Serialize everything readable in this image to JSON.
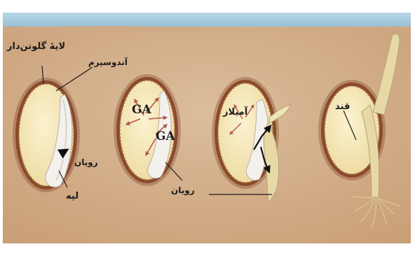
{
  "figure": {
    "labels": {
      "aleurone_layer": "لایهٔ گلوتن‌دار",
      "endosperm": "آندوسپرم",
      "embryo_1": "رویان",
      "cotyledon": "لپه",
      "ga_1": "GA",
      "ga_2": "GA",
      "embryo_2": "رویان",
      "amylase": "آمیلاز",
      "sugar": "قند"
    },
    "colors": {
      "sky": "#9fc4d6",
      "soil": "#d9b692",
      "seed_coat": "#8a4a2c",
      "endosperm": "#f4e7b9",
      "embryo": "#f4f1ec",
      "ga_arrow": "#b5574e",
      "root": "#e8d8a6",
      "embryo_arrow": "#2aa3c6"
    }
  }
}
